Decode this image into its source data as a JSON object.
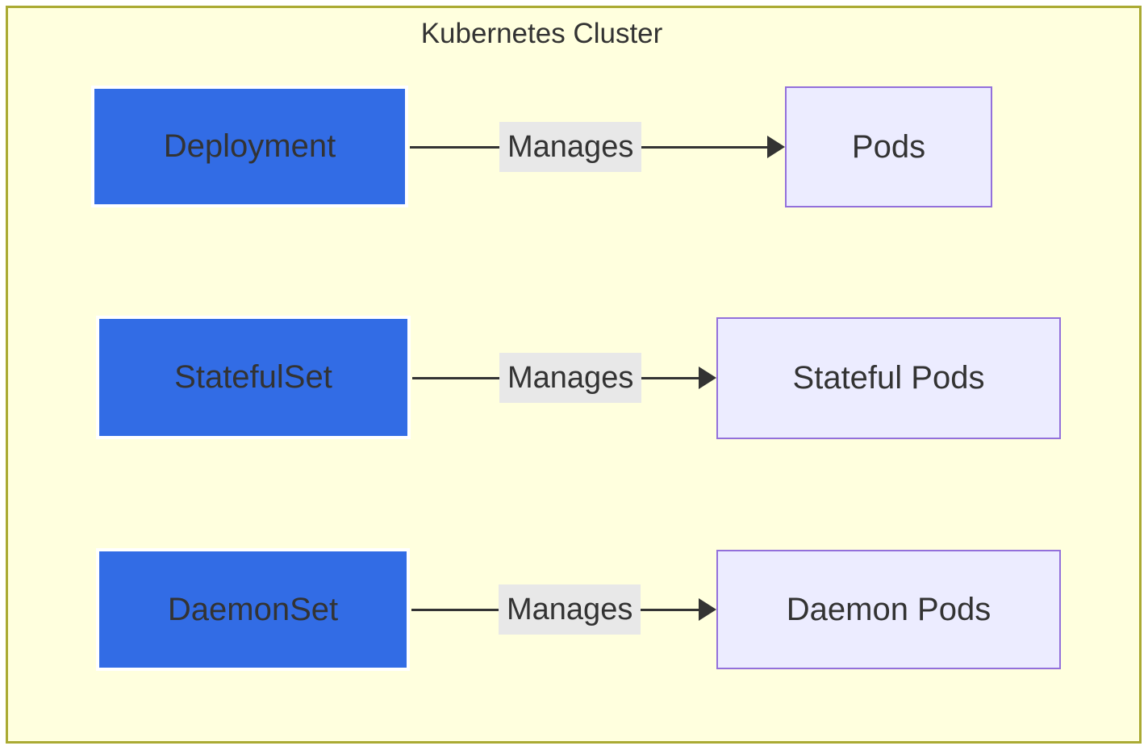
{
  "diagram": {
    "type": "flowchart",
    "direction": "left-to-right",
    "cluster_title": "Kubernetes Cluster",
    "nodes": [
      {
        "id": "deployment",
        "label": "Deployment",
        "kind": "workload"
      },
      {
        "id": "pods",
        "label": "Pods",
        "kind": "pod-group"
      },
      {
        "id": "statefulset",
        "label": "StatefulSet",
        "kind": "workload"
      },
      {
        "id": "stateful-pods",
        "label": "Stateful Pods",
        "kind": "pod-group"
      },
      {
        "id": "daemonset",
        "label": "DaemonSet",
        "kind": "workload"
      },
      {
        "id": "daemon-pods",
        "label": "Daemon Pods",
        "kind": "pod-group"
      }
    ],
    "edges": [
      {
        "from": "Deployment",
        "to": "Pods",
        "label": "Manages"
      },
      {
        "from": "StatefulSet",
        "to": "Stateful Pods",
        "label": "Manages"
      },
      {
        "from": "DaemonSet",
        "to": "Daemon Pods",
        "label": "Manages"
      }
    ],
    "colors": {
      "canvas_bg": "#ffffff",
      "cluster_fill": "#ffffde",
      "cluster_border": "#aaaa33",
      "workload_fill": "#326ce5",
      "workload_border": "#ffffff",
      "pod_fill": "#ececff",
      "pod_border": "#9370db",
      "edge": "#333333",
      "edge_label_bg": "#e8e8e8",
      "text": "#333333"
    }
  }
}
